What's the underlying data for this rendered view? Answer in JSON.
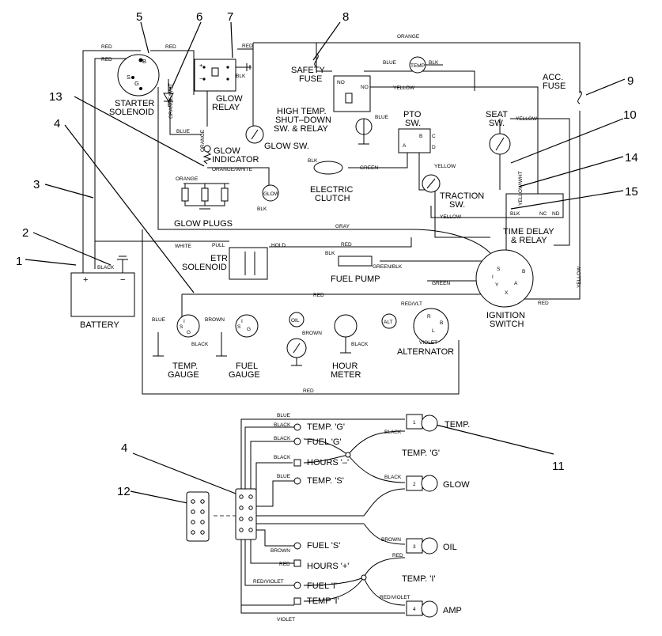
{
  "callouts": [
    "1",
    "2",
    "3",
    "4",
    "5",
    "6",
    "7",
    "8",
    "9",
    "10",
    "11",
    "12",
    "13",
    "14",
    "15",
    "4"
  ],
  "components": {
    "battery": "BATTERY",
    "starter_solenoid_1": "STARTER",
    "starter_solenoid_2": "SOLENOID",
    "glow_relay_1": "GLOW",
    "glow_relay_2": "RELAY",
    "safety_fuse_1": "SAFETY",
    "safety_fuse_2": "FUSE",
    "acc_fuse_1": "ACC.",
    "acc_fuse_2": "FUSE",
    "high_temp_1": "HIGH TEMP.",
    "high_temp_2": "SHUT–DOWN",
    "high_temp_3": "SW. & RELAY",
    "pto_1": "PTO",
    "pto_2": "SW.",
    "seat_1": "SEAT",
    "seat_2": "SW.",
    "glow_indicator_1": "GLOW",
    "glow_indicator_2": "INDICATOR",
    "glow_sw": "GLOW SW.",
    "electric_clutch_1": "ELECTRIC",
    "electric_clutch_2": "CLUTCH",
    "traction_1": "TRACTION",
    "traction_2": "SW.",
    "time_delay_1": "TIME DELAY",
    "time_delay_2": "& RELAY",
    "glow_plugs": "GLOW PLUGS",
    "etr_1": "ETR",
    "etr_2": "SOLENOID",
    "fuel_pump": "FUEL PUMP",
    "ignition_1": "IGNITION",
    "ignition_2": "SWITCH",
    "temp_gauge_1": "TEMP.",
    "temp_gauge_2": "GAUGE",
    "fuel_gauge_1": "FUEL",
    "fuel_gauge_2": "GAUGE",
    "hour_meter_1": "HOUR",
    "hour_meter_2": "METER",
    "alternator": "ALTERNATOR",
    "oil": "OIL",
    "glow_lamp": "GLOW",
    "temp_lamp": "TEMP",
    "alt_lamp": "ALT"
  },
  "wire_labels": {
    "red": "RED",
    "orange": "ORANGE",
    "blue": "BLUE",
    "blk": "BLK",
    "black": "BLACK",
    "yellow": "YELLOW",
    "green": "GREEN",
    "gray": "GRAY",
    "white": "WHITE",
    "brown": "BROWN",
    "violet": "VIOLET",
    "orange_wht": "ORANGE/WHT",
    "orange_white": "ORANGE/WHITE",
    "yellow_wht": "YELLOW/WHT",
    "green_blk": "GREEN/BLK",
    "red_vlt": "RED/VLT",
    "red_violet": "RED/VIOLET",
    "pull": "PULL",
    "hold": "HOLD"
  },
  "terminals": {
    "plus": "+",
    "minus": "−",
    "b": "B",
    "s": "S",
    "g": "G",
    "i": "I",
    "a": "A",
    "x": "X",
    "y": "Y",
    "c": "C",
    "d": "D",
    "r": "R",
    "l": "L",
    "no": "NO",
    "nc": "NC",
    "nd": "ND"
  },
  "connector": {
    "temp_g": "TEMP. 'G'",
    "fuel_g": "FUEL 'G'",
    "hours_minus": "HOURS '–'",
    "temp_s": "TEMP. 'S'",
    "fuel_s": "FUEL 'S'",
    "hours_plus": "HOURS '+'",
    "fuel_i": "FUEL 'I'",
    "temp_i": "TEMP 'I'",
    "temp_g_group": "TEMP. 'G'",
    "temp_i_group": "TEMP. 'I'",
    "lamp_temp": "TEMP.",
    "lamp_glow": "GLOW",
    "lamp_oil": "OIL",
    "lamp_amp": "AMP",
    "pin1": "1",
    "pin2": "2",
    "pin3": "3",
    "pin4": "4"
  }
}
